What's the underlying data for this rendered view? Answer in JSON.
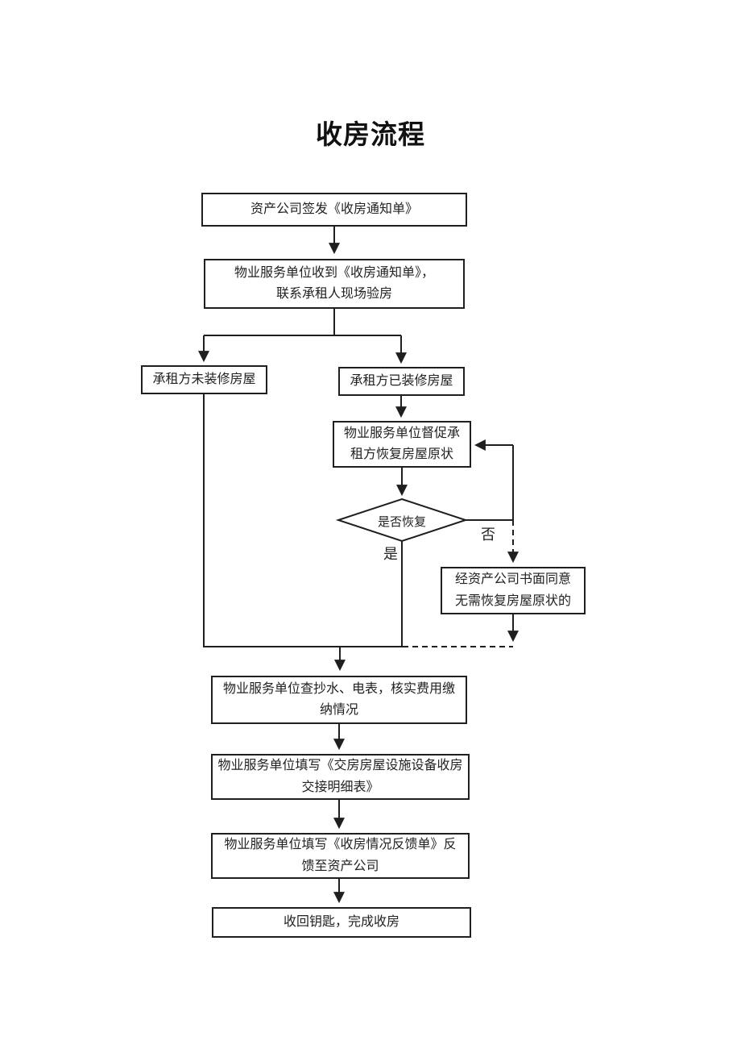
{
  "page": {
    "title": "收房流程"
  },
  "flowchart": {
    "nodes": {
      "issue_notice": "资产公司签发《收房通知单》",
      "receive_notice": "物业服务单位收到《收房通知单》，\n联系承租人现场验房",
      "not_renovated": "承租方未装修房屋",
      "renovated": "承租方已装修房屋",
      "urge_restore": "物业服务单位督促承\n租方恢复房屋原状",
      "decision_restored": "是否恢复",
      "written_consent": "经资产公司书面同意\n无需恢复房屋原状的",
      "check_meters": "物业服务单位查抄水、电表，核实费用缴\n纳情况",
      "handover_checklist": "物业服务单位填写《交房房屋设施设备收房\n交接明细表》",
      "feedback_form": "物业服务单位填写《收房情况反馈单》反\n馈至资产公司",
      "complete": "收回钥匙，完成收房"
    },
    "edge_labels": {
      "yes": "是",
      "no": "否"
    },
    "colors": {
      "line": "#1f1f1f",
      "text": "#222222",
      "background": "#ffffff"
    }
  }
}
